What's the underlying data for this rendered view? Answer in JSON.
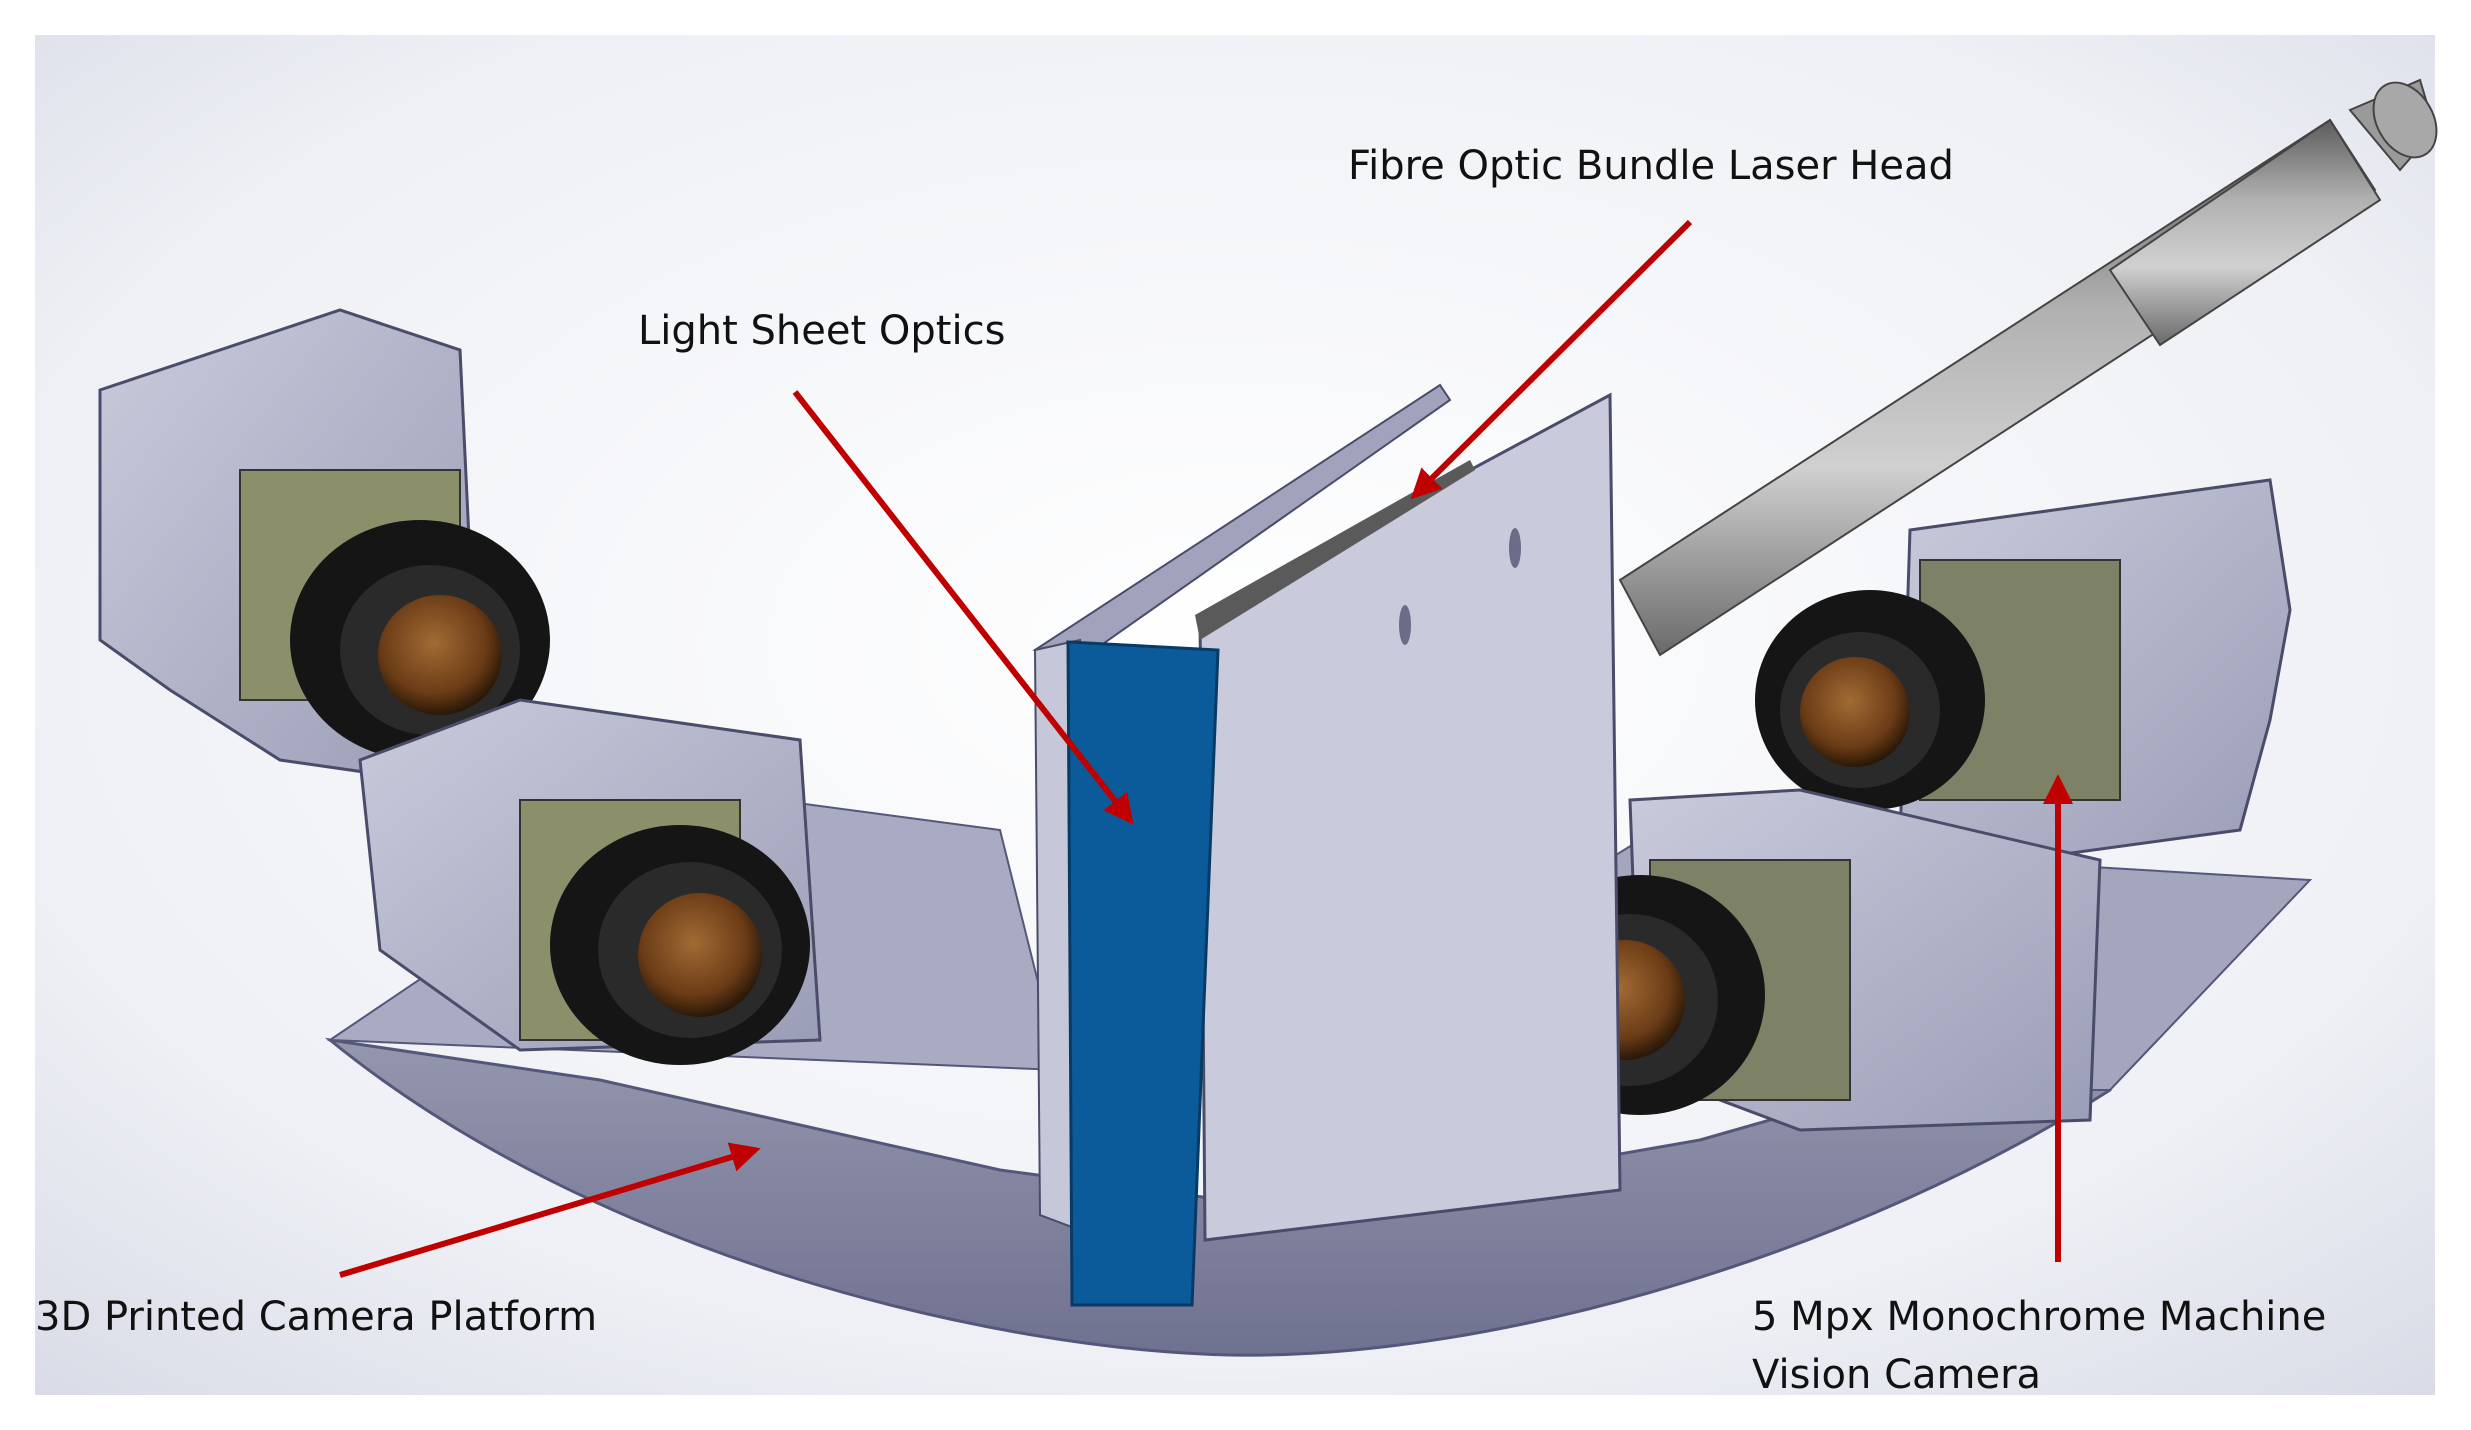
{
  "labels": {
    "fibre_optic": "Fibre Optic Bundle Laser Head",
    "light_sheet": "Light Sheet Optics",
    "platform": "3D Printed Camera Platform",
    "camera_line1": "5 Mpx Monochrome Machine",
    "camera_line2": "Vision Camera"
  },
  "colors": {
    "arrow": "#c00000",
    "light_sheet_optics": "#0b5a9a",
    "platform": "#8e90a8",
    "housing": "#b6b9cf",
    "rod": "#8a8a8a",
    "lens": "#141414",
    "lens_glass": "#7a4a20"
  }
}
